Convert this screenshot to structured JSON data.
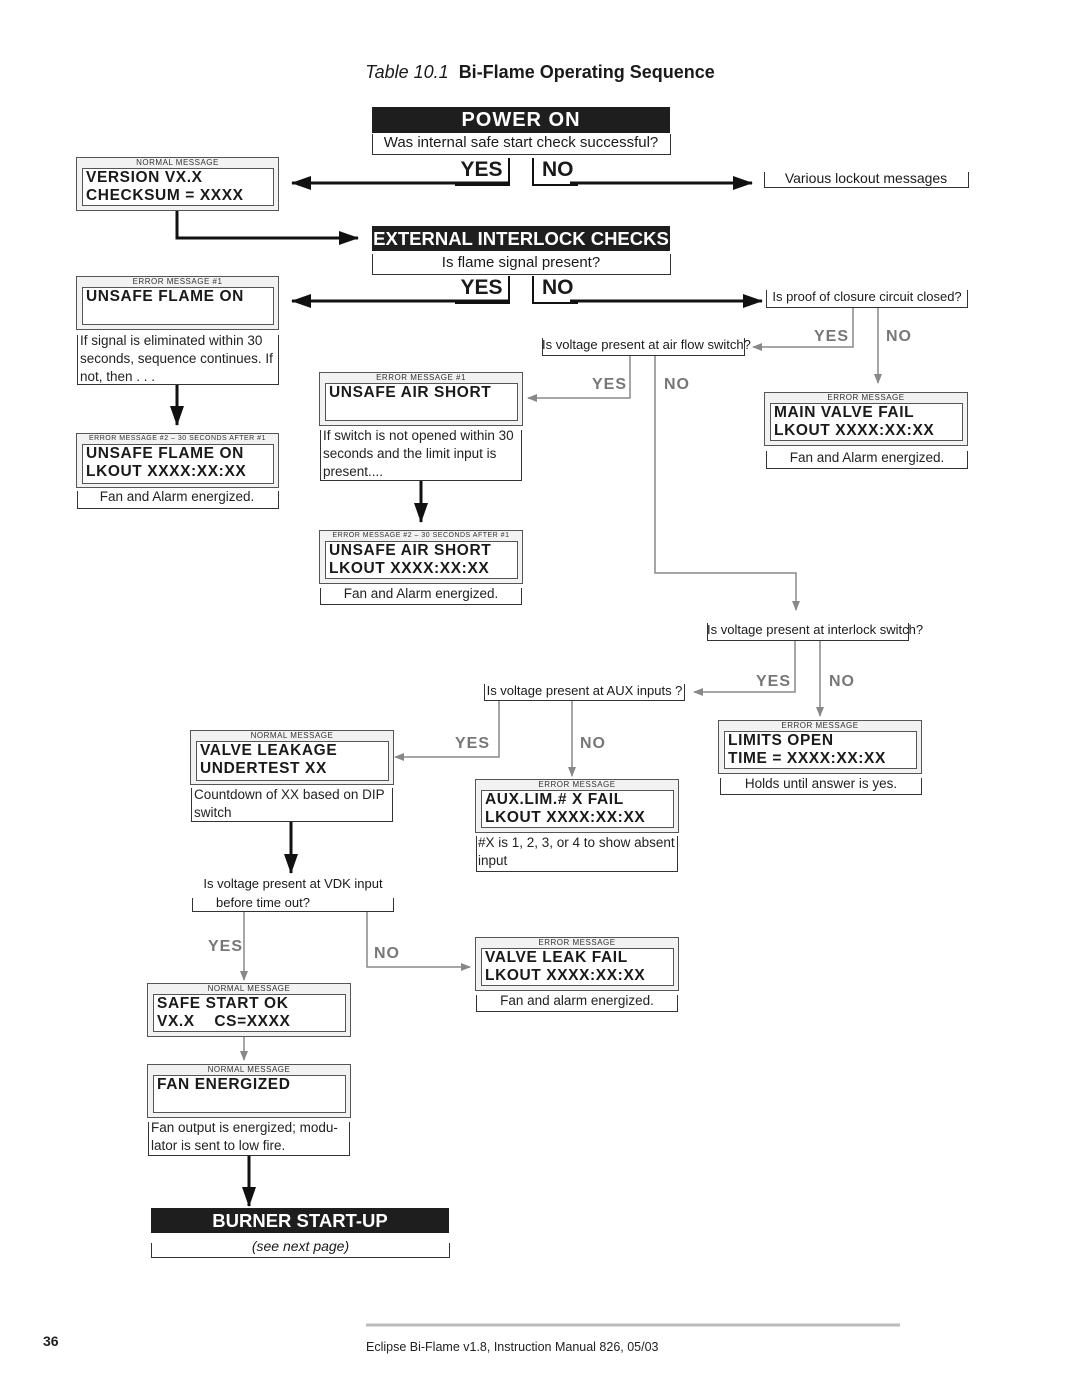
{
  "title": {
    "prefix": "Table 10.1",
    "text": "Bi-Flame Operating Sequence"
  },
  "power_on": {
    "label": "POWER ON",
    "question": "Was internal safe start check successful?",
    "yes": "YES",
    "no": "NO",
    "no_note": "Various lockout messages"
  },
  "version_box": {
    "header": "NORMAL MESSAGE",
    "line1": "VERSION VX.X",
    "line2": "CHECKSUM = XXXX"
  },
  "interlock": {
    "label": "EXTERNAL INTERLOCK CHECKS",
    "question": "Is flame signal present?",
    "yes": "YES",
    "no": "NO"
  },
  "unsafe_flame": {
    "header": "ERROR MESSAGE #1",
    "line1": "UNSAFE FLAME ON",
    "note": "If signal is eliminated within 30 seconds, sequence continues. If not, then . . ."
  },
  "unsafe_flame_lk": {
    "header": "ERROR MESSAGE #2 – 30 SECONDS AFTER #1",
    "line1": "UNSAFE FLAME ON",
    "line2": "LKOUT XXXX:XX:XX",
    "note": "Fan and Alarm energized."
  },
  "proof_of_closure": {
    "question": "Is proof of closure circuit closed?",
    "yes": "YES",
    "no": "NO"
  },
  "main_valve": {
    "header": "ERROR MESSAGE",
    "line1": "MAIN VALVE FAIL",
    "line2": "LKOUT XXXX:XX:XX",
    "note": "Fan and Alarm energized."
  },
  "air_flow": {
    "question": "Is voltage present at air flow switch?",
    "yes": "YES",
    "no": "NO"
  },
  "unsafe_air": {
    "header": "ERROR MESSAGE #1",
    "line1": "UNSAFE AIR SHORT",
    "note": "If switch is not opened within 30 seconds and the limit input is present...."
  },
  "unsafe_air_lk": {
    "header": "ERROR MESSAGE #2 – 30 SECONDS AFTER #1",
    "line1": "UNSAFE AIR SHORT",
    "line2": "LKOUT XXXX:XX:XX",
    "note": "Fan and Alarm energized."
  },
  "interlock_switch": {
    "question": "Is voltage present at interlock switch?",
    "yes": "YES",
    "no": "NO"
  },
  "limits_open": {
    "header": "ERROR MESSAGE",
    "line1": "LIMITS OPEN",
    "line2": "TIME = XXXX:XX:XX",
    "note": "Holds until answer is yes."
  },
  "aux_inputs": {
    "question": "Is voltage present at AUX inputs ?",
    "yes": "YES",
    "no": "NO"
  },
  "aux_fail": {
    "header": "ERROR MESSAGE",
    "line1": "AUX.LIM.# X FAIL",
    "line2": "LKOUT XXXX:XX:XX",
    "note": "#X is 1, 2, 3, or 4 to show absent input"
  },
  "valve_leakage": {
    "header": "NORMAL MESSAGE",
    "line1": "VALVE LEAKAGE",
    "line2": "UNDERTEST XX",
    "note": "Countdown of XX based on DIP switch"
  },
  "vdk": {
    "question_line1": "Is voltage present at VDK input",
    "question_line2": "before time out?",
    "yes": "YES",
    "no": "NO"
  },
  "valve_leak_fail": {
    "header": "ERROR MESSAGE",
    "line1": "VALVE LEAK FAIL",
    "line2": "LKOUT XXXX:XX:XX",
    "note": "Fan and alarm energized."
  },
  "safe_start": {
    "header": "NORMAL MESSAGE",
    "line1": "SAFE START OK",
    "line2": "VX.X    CS=XXXX"
  },
  "fan_energized": {
    "header": "NORMAL MESSAGE",
    "line1": "FAN ENERGIZED",
    "note": "Fan output is energized; modu-lator is sent to low fire."
  },
  "burner": {
    "label": "BURNER START-UP",
    "note": "(see next page)"
  },
  "footer": {
    "page": "36",
    "text": "Eclipse Bi-Flame v1.8, Instruction Manual 826, 05/03"
  }
}
